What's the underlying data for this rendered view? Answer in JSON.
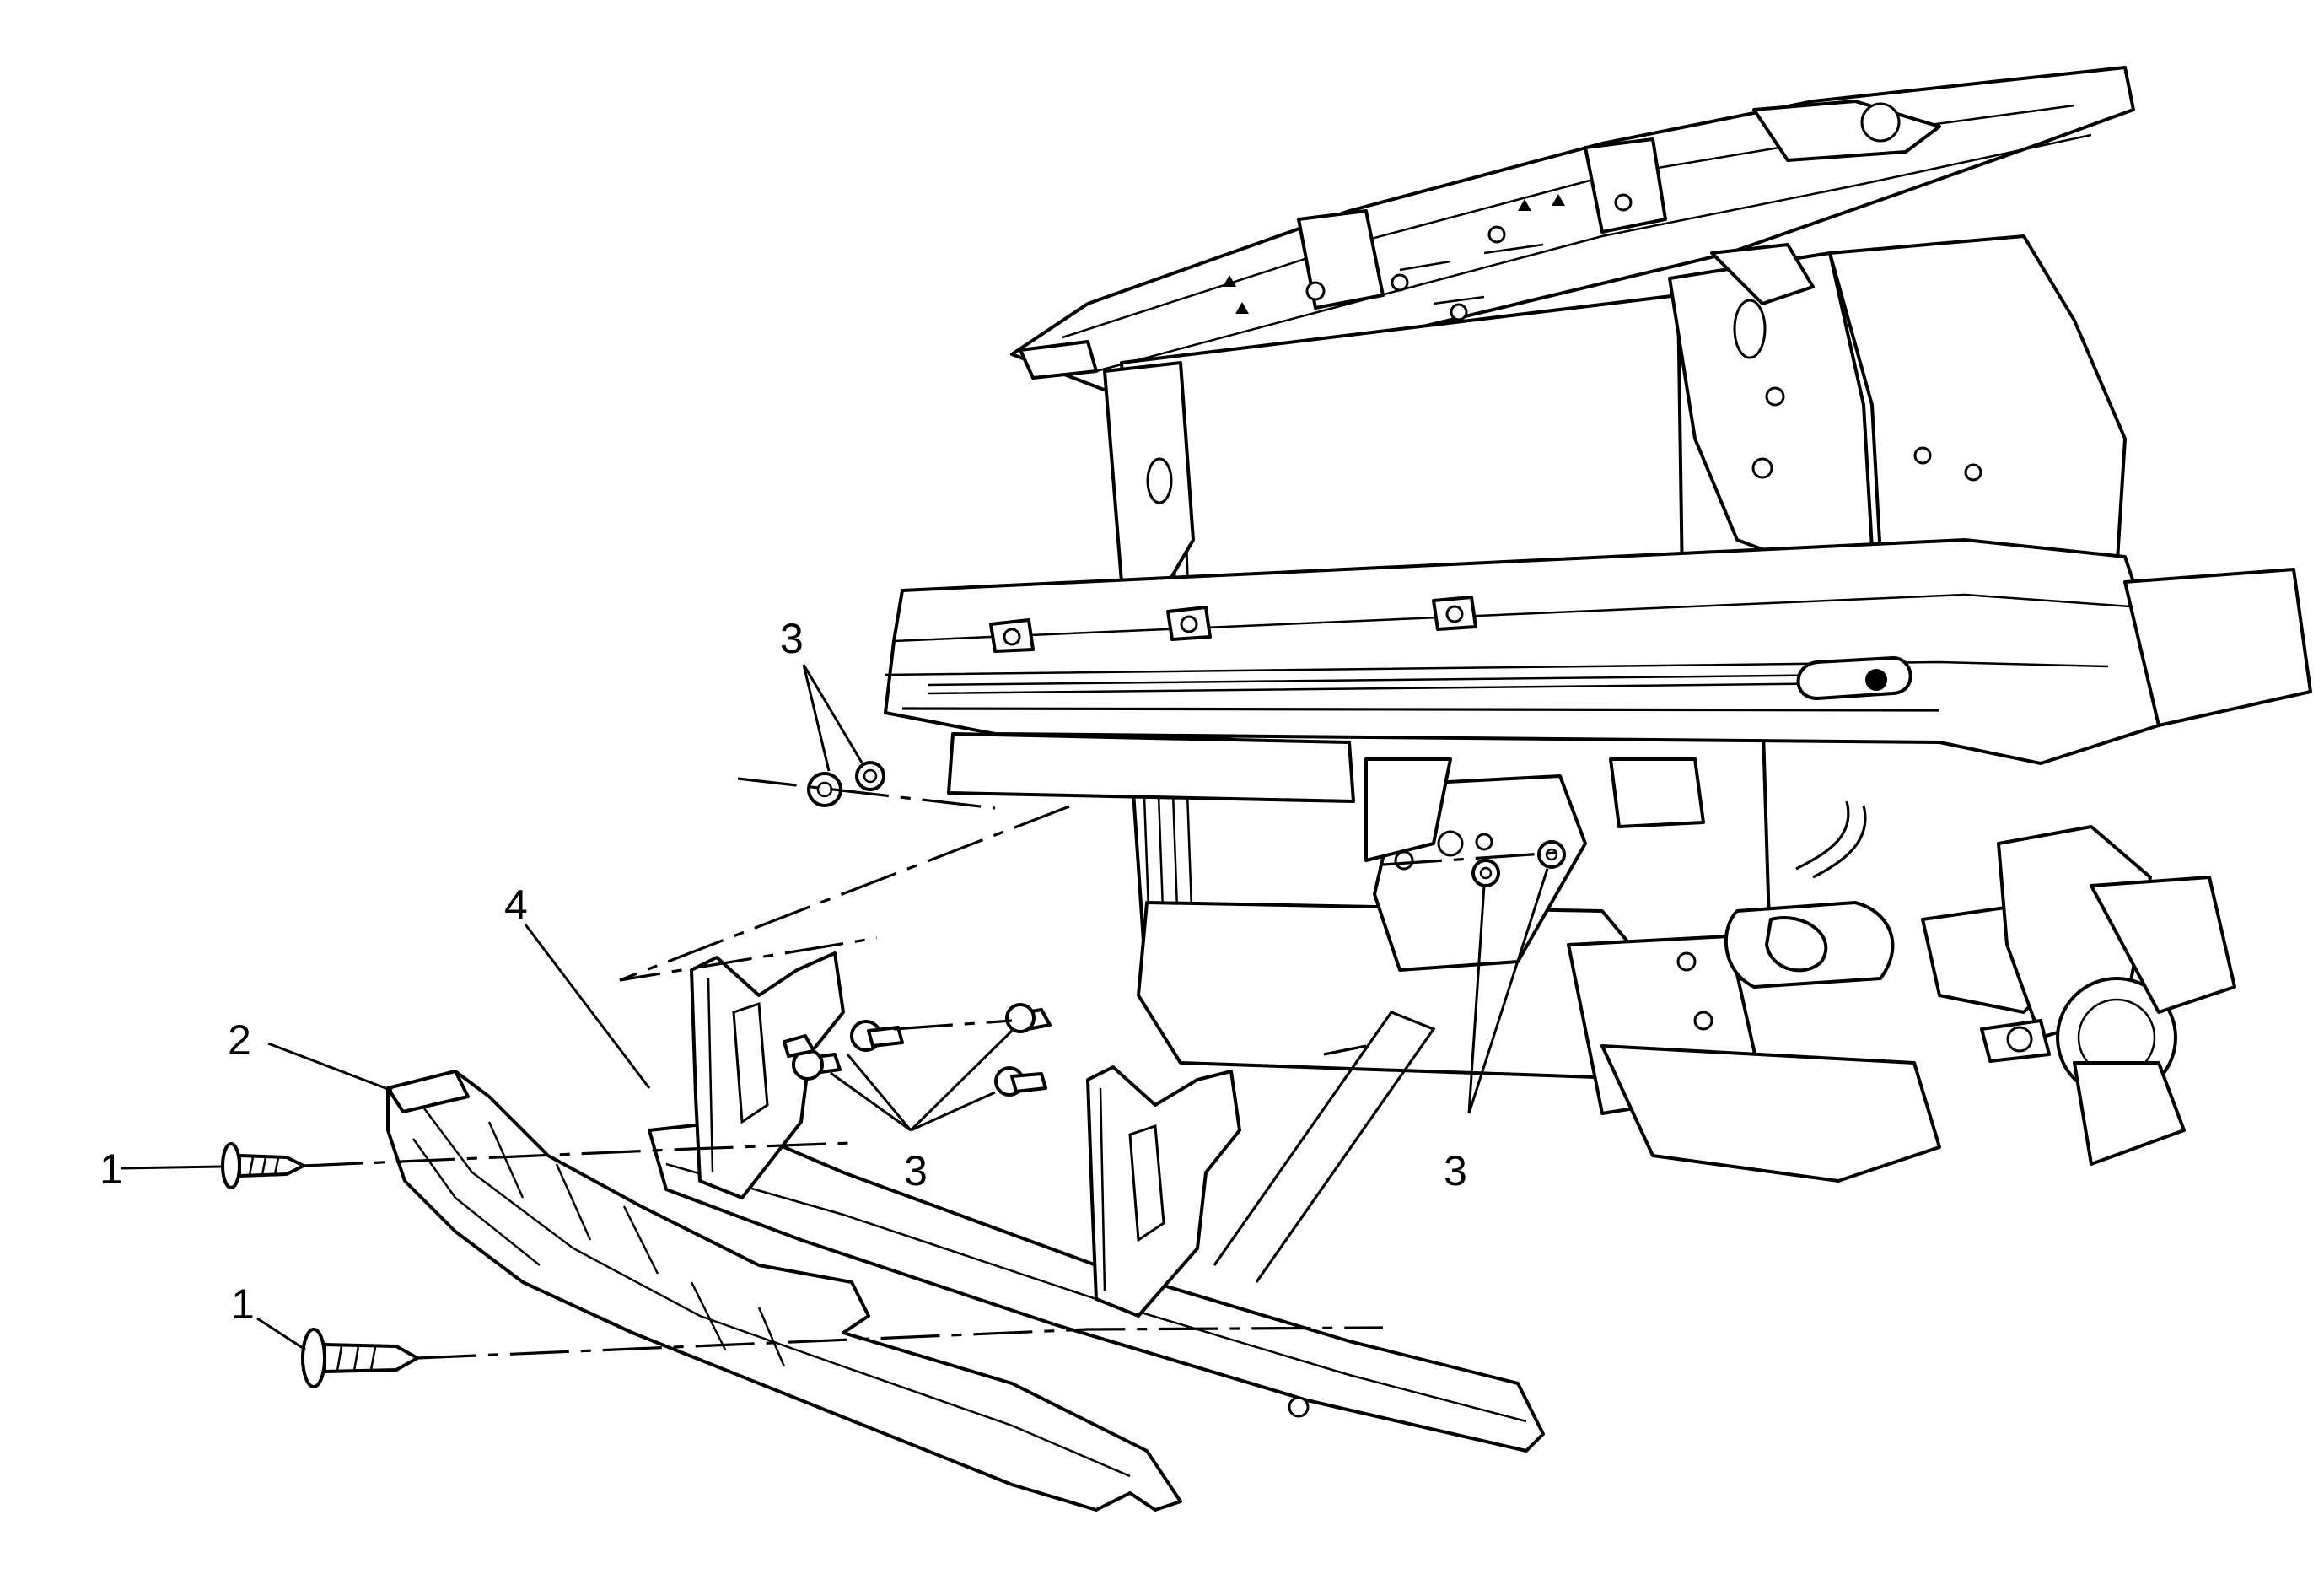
{
  "callouts": {
    "screw_upper": "1",
    "screw_lower": "1",
    "air_deflector": "2",
    "fasteners_top": "3",
    "fasteners_middle": "3",
    "fasteners_right": "3",
    "lower_support": "4"
  }
}
